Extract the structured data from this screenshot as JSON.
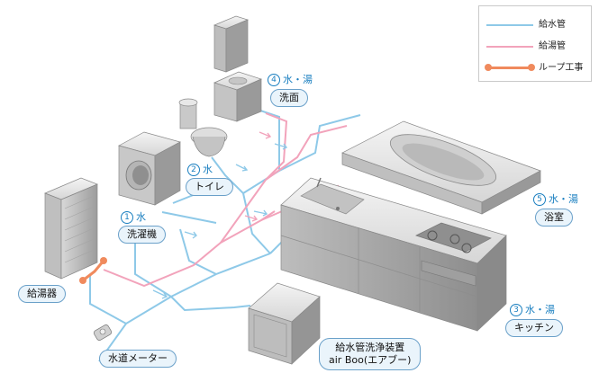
{
  "legend": {
    "items": [
      {
        "label": "給水管",
        "color": "#8ec9e8"
      },
      {
        "label": "給湯管",
        "color": "#f2a3bb"
      },
      {
        "label": "ループ工事",
        "color": "#f08a5d"
      }
    ]
  },
  "labels": {
    "water_heater": "給湯器",
    "water_meter": "水道メーター",
    "washer": {
      "number": "1",
      "type": "水",
      "name": "洗濯機"
    },
    "toilet": {
      "number": "2",
      "type": "水",
      "name": "トイレ"
    },
    "kitchen": {
      "number": "3",
      "type": "水・湯",
      "name": "キッチン"
    },
    "washbasin": {
      "number": "4",
      "type": "水・湯",
      "name": "洗面"
    },
    "bathroom": {
      "number": "5",
      "type": "水・湯",
      "name": "浴室"
    },
    "cleaner": {
      "line1": "給水管洗浄装置",
      "line2": "air Boo(エアブー)"
    }
  },
  "colors": {
    "cold_pipe": "#8ec9e8",
    "hot_pipe": "#f2a3bb",
    "loop": "#f08a5d",
    "label_accent": "#1a7fc0"
  }
}
